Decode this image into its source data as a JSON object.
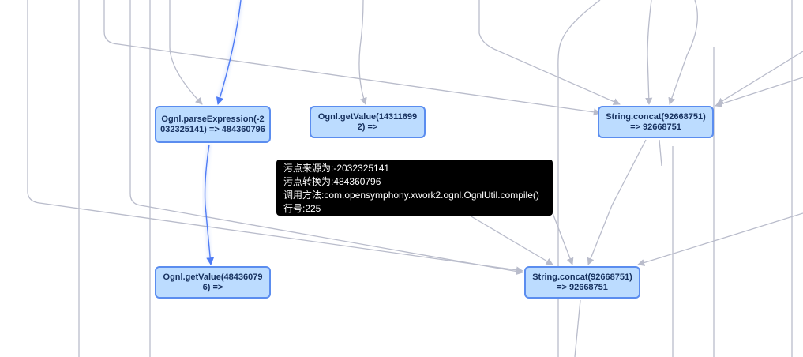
{
  "graph": {
    "nodes": [
      {
        "id": "n1",
        "label": "Ognl.parseExpression(-2032325141) => 484360796"
      },
      {
        "id": "n2",
        "label": "Ognl.getValue(143116992) =>"
      },
      {
        "id": "n3",
        "label": "String.concat(92668751) => 92668751"
      },
      {
        "id": "n4",
        "label": "Ognl.getValue(484360796) =>"
      },
      {
        "id": "n5",
        "label": "String.concat(92668751) => 92668751"
      }
    ],
    "highlighted_path": [
      "n1",
      "n4"
    ]
  },
  "tooltip": {
    "source": "污点来源为:-2032325141",
    "transform": "污点转换为:484360796",
    "method": "调用方法:com.opensymphony.xwork2.ognl.OgnlUtil.compile()",
    "line": "行号:225"
  },
  "colors": {
    "node_fill": "#bcdcff",
    "node_border": "#5b8def",
    "node_text": "#16305e",
    "edge": "#b9bccb",
    "edge_highlight": "#4f7cf5",
    "tooltip_bg": "#000000",
    "tooltip_text": "#ffffff"
  }
}
